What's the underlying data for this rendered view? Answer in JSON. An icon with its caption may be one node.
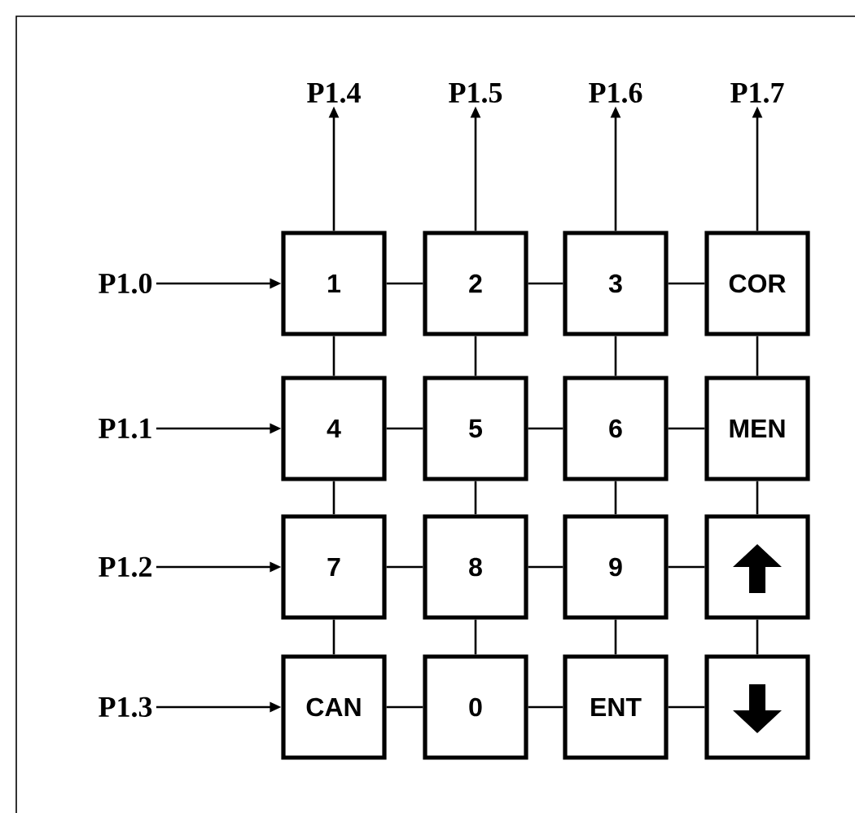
{
  "diagram": {
    "nodes": [
      {
        "text": [
          "1"
        ]
      },
      {
        "text": [
          "2"
        ]
      },
      {
        "text": [
          "3"
        ]
      },
      {
        "text": [
          "COR"
        ]
      },
      {
        "text": [
          "4"
        ]
      },
      {
        "text": [
          "5"
        ]
      },
      {
        "text": [
          "6"
        ]
      },
      {
        "text": [
          "MEN"
        ]
      },
      {
        "text": [
          "7"
        ]
      },
      {
        "text": [
          "8"
        ]
      },
      {
        "text": [
          "9"
        ]
      },
      {
        "text": [],
        "shape": "box"
      },
      {
        "text": [
          "CAN"
        ]
      },
      {
        "text": [
          "0"
        ]
      },
      {
        "text": [
          "ENT"
        ]
      },
      {
        "text": [],
        "shape": "box"
      },
      {
        "text": [
          "P1.0"
        ]
      },
      {
        "text": [
          "P1.1"
        ]
      },
      {
        "text": [
          "P1.2"
        ]
      },
      {
        "text": [
          "P1.3"
        ]
      },
      {
        "text": [
          "P1.4"
        ]
      },
      {
        "text": [
          "P1.5"
        ]
      },
      {
        "text": [
          "P1.6"
        ]
      },
      {
        "text": [
          "P1.7"
        ]
      }
    ],
    "edges": [
      {
        "from": 16,
        "to": 0,
        "arrow": "to"
      },
      {
        "from": 17,
        "to": 4,
        "arrow": "to"
      },
      {
        "from": 18,
        "to": 8,
        "arrow": "to"
      },
      {
        "from": 19,
        "to": 12,
        "arrow": "to"
      },
      {
        "from": 0,
        "to": 20,
        "arrow": "to"
      },
      {
        "from": 1,
        "to": 21,
        "arrow": "to"
      },
      {
        "from": 2,
        "to": 22,
        "arrow": "to"
      },
      {
        "from": 3,
        "to": 23,
        "arrow": "to"
      },
      {
        "from": 0,
        "to": 1,
        "arrow": "none"
      },
      {
        "from": 1,
        "to": 2,
        "arrow": "none"
      },
      {
        "from": 2,
        "to": 3,
        "arrow": "none"
      },
      {
        "from": 4,
        "to": 5,
        "arrow": "none"
      },
      {
        "from": 5,
        "to": 6,
        "arrow": "none"
      },
      {
        "from": 6,
        "to": 7,
        "arrow": "none"
      },
      {
        "from": 8,
        "to": 9,
        "arrow": "none"
      },
      {
        "from": 9,
        "to": 10,
        "arrow": "none"
      },
      {
        "from": 10,
        "to": 11,
        "arrow": "none"
      },
      {
        "from": 12,
        "to": 13,
        "arrow": "none"
      },
      {
        "from": 13,
        "to": 14,
        "arrow": "none"
      },
      {
        "from": 14,
        "to": 15,
        "arrow": "none"
      },
      {
        "from": 0,
        "to": 4,
        "arrow": "none"
      },
      {
        "from": 4,
        "to": 8,
        "arrow": "none"
      },
      {
        "from": 8,
        "to": 12,
        "arrow": "none"
      },
      {
        "from": 1,
        "to": 5,
        "arrow": "none"
      },
      {
        "from": 5,
        "to": 9,
        "arrow": "none"
      },
      {
        "from": 9,
        "to": 13,
        "arrow": "none"
      },
      {
        "from": 2,
        "to": 6,
        "arrow": "none"
      },
      {
        "from": 6,
        "to": 10,
        "arrow": "none"
      },
      {
        "from": 10,
        "to": 14,
        "arrow": "none"
      },
      {
        "from": 3,
        "to": 7,
        "arrow": "none"
      },
      {
        "from": 7,
        "to": 11,
        "arrow": "none"
      },
      {
        "from": 11,
        "to": 15,
        "arrow": "none"
      }
    ]
  }
}
